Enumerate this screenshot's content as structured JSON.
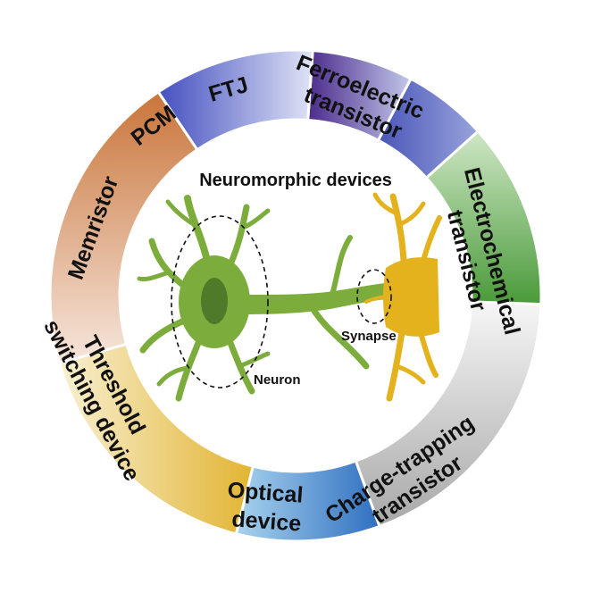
{
  "center": {
    "title": "Neuromorphic devices",
    "neuron_label": "Neuron",
    "synapse_label": "Synapse"
  },
  "segments": [
    {
      "id": "pcm",
      "lines": [
        "PCM"
      ],
      "color_start": "#4a56b8",
      "color_end": "#98a3dc"
    },
    {
      "id": "ftj",
      "lines": [
        "FTJ"
      ],
      "color_start": "#4b2b8c",
      "color_end": "#c2c8ea"
    },
    {
      "id": "ferroelectric-transistor",
      "lines": [
        "Ferroelectric",
        "transistor"
      ],
      "color_start": "#4450c0",
      "color_end": "#dfe3f6"
    },
    {
      "id": "electrochemical-transistor",
      "lines": [
        "Electrochemical",
        "transistor"
      ],
      "color_start": "#c9753a",
      "color_end": "#f6e6dc"
    },
    {
      "id": "charge-trapping-transistor",
      "lines": [
        "Charge-trapping",
        "transistor"
      ],
      "color_start": "#e2b432",
      "color_end": "#f8f0d2"
    },
    {
      "id": "optical-device",
      "lines": [
        "Optical",
        "device"
      ],
      "color_start": "#2f6fc0",
      "color_end": "#a9d3ee"
    },
    {
      "id": "threshold-switching-device",
      "lines": [
        "Threshold",
        "switching device"
      ],
      "color_start": "#a8a8a8",
      "color_end": "#f6f6f6"
    },
    {
      "id": "memristor",
      "lines": [
        "Memristor"
      ],
      "color_start": "#4a9a3a",
      "color_end": "#cfe7c6"
    }
  ],
  "colors": {
    "neuron": "#7cad3c",
    "neuron_nucleus": "#4f7a2a",
    "synapse_cell": "#e4b21c",
    "outline": "#ffffff"
  }
}
